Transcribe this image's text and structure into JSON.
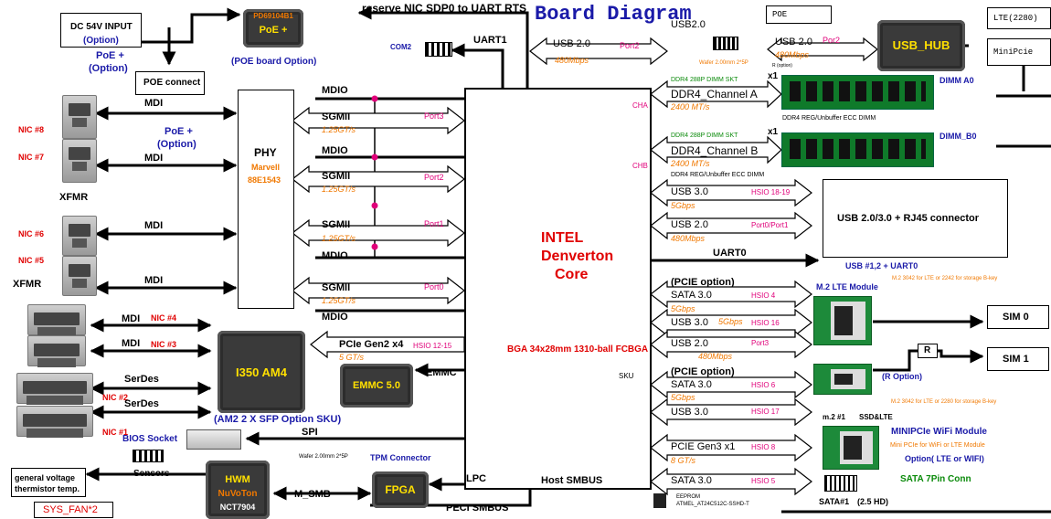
{
  "title": "Board Diagram",
  "colors": {
    "title": "#1a1aa8",
    "chip": "#3a3a3a",
    "arrow": "#000000"
  },
  "top": {
    "reserve_nic": "reserve NIC SDP0 to UART RTS",
    "dc_input": "DC 54V INPUT",
    "dc_option": "(Option)",
    "poe_plus_option": "PoE +",
    "poe_plus_option2": "(Option)",
    "poe_connect": "POE connect",
    "poe_chip_part": "PD69104B1",
    "poe_chip_label": "PoE +",
    "poe_board_option": "(POE board Option)",
    "com2": "COM2",
    "uart1": "UART1"
  },
  "usb_top": {
    "usb20": "USB 2.0",
    "port2": "Port2",
    "speed": "480Mbps",
    "usb20_hdr": "USB2.0",
    "wafer": "Wafer 2.00mm 2*5P",
    "r_option": "R (option)",
    "poe": "POE",
    "usb20_b": "USB 2.0",
    "por2": "Por2",
    "speed_b": "480Mbps",
    "hub": "USB_HUB",
    "lte": "LTE(2280)",
    "minipcie": "MiniPcie"
  },
  "phy": {
    "label": "PHY",
    "vendor": "Marvell",
    "part": "88E1543",
    "mdio": "MDIO",
    "sgmii": "SGMII",
    "gts": "1.25GT/s",
    "port3": "Port3",
    "port2": "Port2",
    "port1": "Port1",
    "port0": "Port0",
    "poe_plus": "PoE +",
    "poe_option": "(Option)"
  },
  "nics": {
    "mdi": "MDI",
    "nic8": "NIC #8",
    "nic7": "NIC #7",
    "nic6": "NIC #6",
    "nic5": "NIC #5",
    "nic4": "NIC #4",
    "nic3": "NIC #3",
    "nic2": "NIC #2",
    "nic1": "NIC #1",
    "xfmr": "XFMR",
    "serdes": "SerDes",
    "sfp_option": "(AM2 2 X SFP Option SKU)"
  },
  "cpu": {
    "brand": "INTEL",
    "name": "Denverton",
    "core": "Core",
    "package": "BGA 34x28mm 1310-ball FCBGA",
    "sku": "SKU",
    "cha": "CHA",
    "chb": "CHB"
  },
  "mid": {
    "i350": "I350 AM4",
    "pcie": "PCIe Gen2 x4",
    "pcie_hsio": "HSIO 12-15",
    "pcie_speed": "5 GT/s",
    "emmc": "EMMC",
    "emmc_chip": "EMMC 5.0",
    "bios_socket": "BIOS Socket",
    "spi": "SPI",
    "wafer": "Wafer 2.00mm 2*5P",
    "tpm": "TPM Connector",
    "sensors": "Sensors",
    "gv": "general voltage",
    "thermistor": "thermistor temp.",
    "sys_fan": "SYS_FAN*2",
    "hwm": "HWM",
    "nuvoton": "NuVoTon",
    "nct": "NCT7904",
    "msmb": "M_SMB",
    "fpga": "FPGA",
    "lpc": "LPC",
    "host_smbus": "Host SMBUS",
    "peci": "PECI SMBUS",
    "eeprom": "EEPROM",
    "eeprom_part": "ATMEL_AT24C512C-SSHD-T"
  },
  "memory": {
    "skt_a": "DDR4 288P DIMM SKT",
    "x1a": "x1",
    "ch_a": "DDR4_Channel A",
    "mt_a": "2400 MT/s",
    "dimm_a": "DIMM  A0",
    "note_a": "DDR4 REG/Unbuffer ECC DIMM",
    "skt_b": "DDR4 288P DIMM SKT",
    "x1b": "x1",
    "ch_b": "DDR4_Channel B",
    "mt_b": "2400 MT/s",
    "dimm_b": "DIMM_B0",
    "note_b": "DDR4 REG/Unbuffer ECC DIMM"
  },
  "right": {
    "usb30": "USB 3.0",
    "hsio1819": "HSIO 18-19",
    "gbps5": "5Gbps",
    "usb20": "USB 2.0",
    "port01": "Port0/Port1",
    "mbps480": "480Mbps",
    "rj45_box": "USB 2.0/3.0 + RJ45 connector",
    "uart0": "UART0",
    "usb12": "USB #1,2 + UART0",
    "pcie_opt": "(PCIE option)",
    "sata30": "SATA 3.0",
    "hsio4": "HSIO 4",
    "m2_lte_title": "M.2 LTE Module",
    "m2_note1": "M.2 3042 for LTE or 2242 for storage B-key",
    "usb30_b": "USB 3.0",
    "gbps5_b": "5Gbps",
    "hsio16": "HSIO 16",
    "usb20_b": "USB 2.0",
    "port3": "Port3",
    "sim0": "SIM 0",
    "sim1": "SIM 1",
    "r": "R",
    "r_option": "(R Option)",
    "pcie_opt2": "(PCIE option)",
    "sata30_b": "SATA 3.0",
    "hsio6": "HSIO 6",
    "gbps5_c": "5Gbps",
    "usb30_c": "USB 3.0",
    "hsio17": "HSIO 17",
    "m2_note2": "M.2 3042 for LTE or 2280 for storage B-key",
    "m2_1": "m.2 #1",
    "ssd_lte": "SSD&LTE",
    "pcie_gen3": "PCIE Gen3 x1",
    "hsio8": "HSIO 8",
    "gts8": "8 GT/s",
    "minipcie_title": "MINIPCIe WiFi Module",
    "minipcie_note": "Mini PCIe for WiFi or LTE Module",
    "option_lte": "Option( LTE or WIFI)",
    "sata30_c": "SATA 3.0",
    "hsio5": "HSIO 5",
    "sata1": "SATA#1",
    "hd": "(2.5 HD)",
    "sata7": "SATA 7Pin Conn"
  }
}
